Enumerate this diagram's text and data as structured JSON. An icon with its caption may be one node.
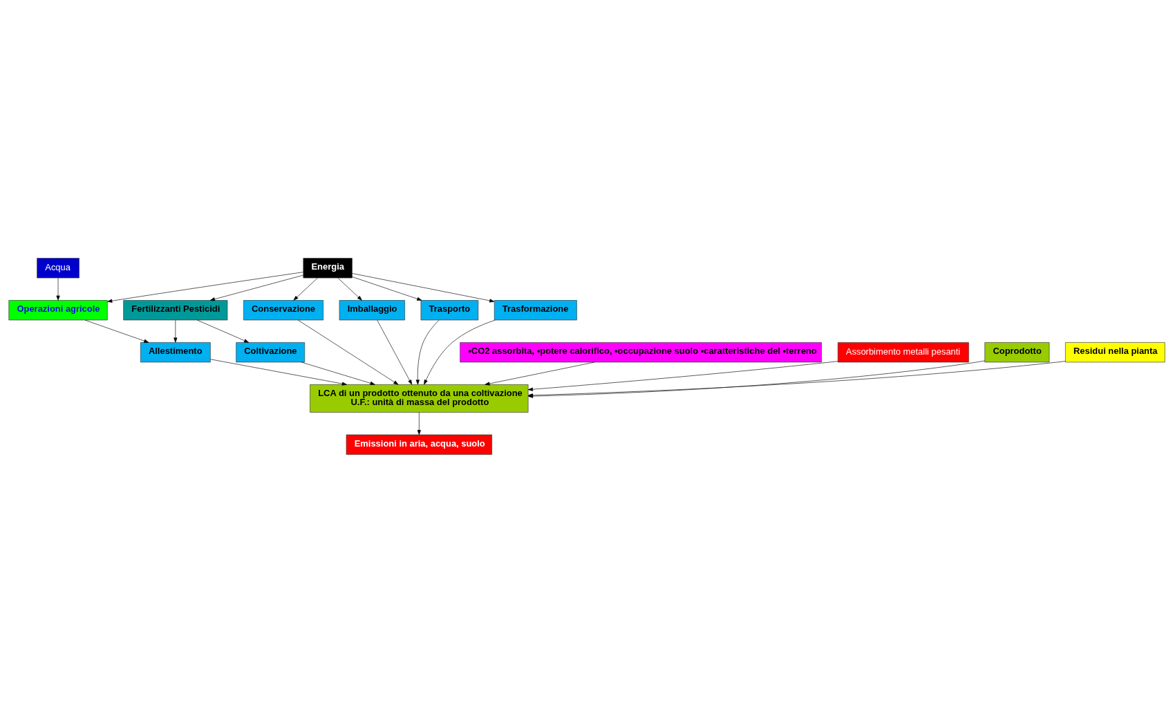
{
  "diagram": {
    "nodes": [
      {
        "text": [
          "Energia"
        ]
      },
      {
        "text": [
          "•CO2 assorbita, •potere calorifico, •occupazione suolo •caratteristiche del •terreno"
        ]
      },
      {
        "text": [
          "Operazioni agricole"
        ]
      },
      {
        "text": [
          "Assorbimento metalli pesanti"
        ]
      },
      {
        "text": [
          "Acqua"
        ]
      },
      {
        "text": [
          "Trasformazione"
        ]
      },
      {
        "text": [
          "Fertilizzanti Pesticidi"
        ]
      },
      {
        "text": [
          "Allestimento"
        ]
      },
      {
        "text": [
          "LCA di un prodotto ottenuto da una coltivazione",
          "U.F.: unità di massa del prodotto"
        ]
      },
      {
        "text": [
          "Conservazione"
        ]
      },
      {
        "text": [
          "Coltivazione"
        ]
      },
      {
        "text": [
          "Imballaggio"
        ]
      },
      {
        "text": [
          "Trasporto"
        ]
      },
      {
        "text": [
          "Coprodotto"
        ]
      },
      {
        "text": [
          "Residui nella pianta"
        ]
      },
      {
        "text": [
          "Emissioni in aria, acqua, suolo"
        ]
      }
    ],
    "edges": [
      {
        "from": 0,
        "to": 2,
        "arrow": "to"
      },
      {
        "from": 0,
        "to": 6,
        "arrow": "to"
      },
      {
        "from": 0,
        "to": 5,
        "arrow": "to"
      },
      {
        "from": 0,
        "to": 9,
        "arrow": "to"
      },
      {
        "from": 0,
        "to": 11,
        "arrow": "to"
      },
      {
        "from": 0,
        "to": 12,
        "arrow": "to"
      },
      {
        "from": 4,
        "to": 2,
        "arrow": "to"
      },
      {
        "from": 2,
        "to": 7,
        "arrow": "to"
      },
      {
        "from": 3,
        "to": 8,
        "arrow": "to"
      },
      {
        "from": 1,
        "to": 8,
        "arrow": "to"
      },
      {
        "from": 6,
        "to": 7,
        "arrow": "to"
      },
      {
        "from": 6,
        "to": 10,
        "arrow": "to"
      },
      {
        "from": 7,
        "to": 8,
        "arrow": "to"
      },
      {
        "from": 10,
        "to": 8,
        "arrow": "to"
      },
      {
        "from": 5,
        "to": 8,
        "arrow": "to"
      },
      {
        "from": 9,
        "to": 8,
        "arrow": "to"
      },
      {
        "from": 11,
        "to": 8,
        "arrow": "to"
      },
      {
        "from": 12,
        "to": 8,
        "arrow": "to"
      },
      {
        "from": 13,
        "to": 8,
        "arrow": "to"
      },
      {
        "from": 14,
        "to": 8,
        "arrow": "to"
      },
      {
        "from": 8,
        "to": 15,
        "arrow": "to"
      }
    ]
  }
}
